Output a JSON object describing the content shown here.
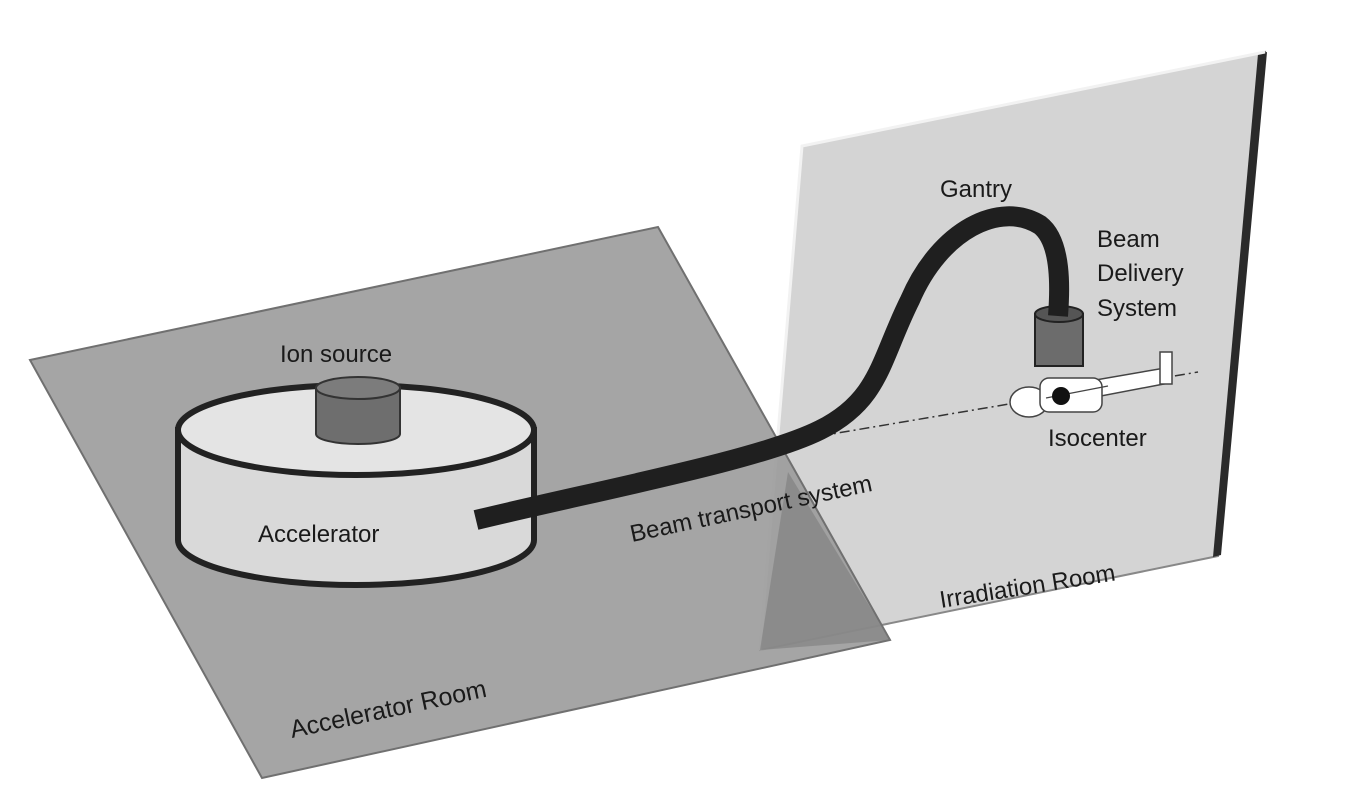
{
  "labels": {
    "ion_source": "Ion source",
    "accelerator": "Accelerator",
    "accelerator_room": "Accelerator Room",
    "beam_transport": "Beam transport system",
    "gantry": "Gantry",
    "beam_delivery_line1": "Beam",
    "beam_delivery_line2": "Delivery",
    "beam_delivery_line3": "System",
    "isocenter": "Isocenter",
    "irradiation_room": "Irradiation Room"
  },
  "colors": {
    "floor_fill": "#9c9c9c",
    "wall_fill": "#d2d2d2",
    "cylinder_fill": "#d9d9d9",
    "ion_source_fill": "#6e6e6e",
    "beamline": "#1f1f1f",
    "outline": "#222222"
  }
}
